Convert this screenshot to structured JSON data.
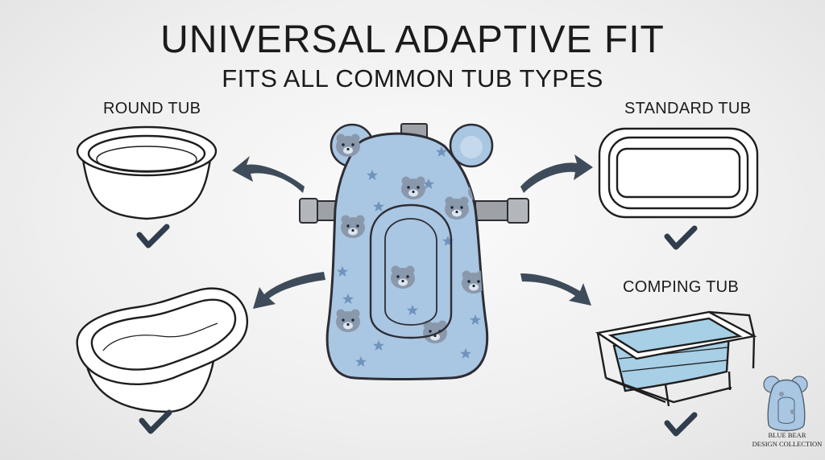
{
  "header": {
    "title": "UNIVERSAL ADAPTIVE FIT",
    "subtitle": "FITS ALL COMMON TUB TYPES"
  },
  "tubs": {
    "round": "ROUND TUB",
    "standard": "STANDARD TUB",
    "comping": "COMPING TUB"
  },
  "brand": {
    "line1": "BLUE BEAR",
    "line2": "DESIGN COLLECTION"
  },
  "colors": {
    "seat_blue": "#a9c6e2",
    "seat_outline": "#2d2d35",
    "bear_gray": "#8a98ab",
    "star_blue": "#6f93bd",
    "arrow": "#3e4b5a",
    "buckle": "#9ea2a6",
    "tub_blue": "#a7cfe6"
  }
}
